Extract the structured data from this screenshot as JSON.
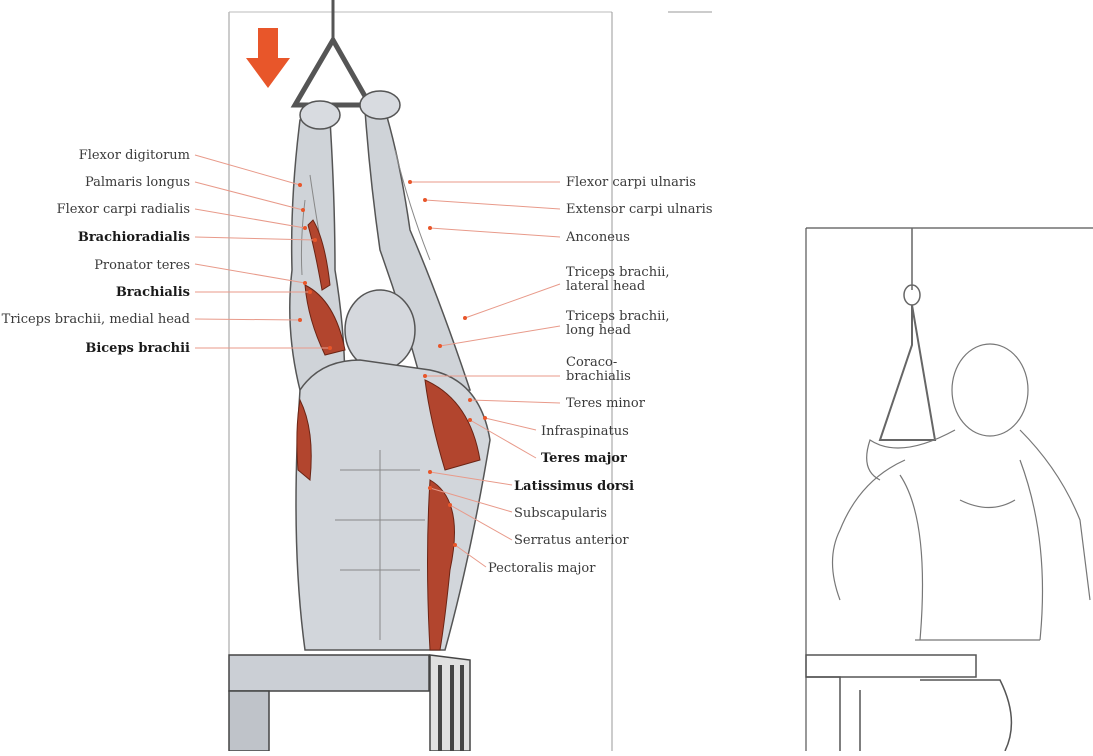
{
  "figure": {
    "accent_color": "#e8562a",
    "muscle_color": "#b2452e",
    "line_color": "#e89a8a",
    "arrow_icon": "down-arrow-icon"
  },
  "left_labels": [
    {
      "text": "Flexor digitorum",
      "bold": false
    },
    {
      "text": "Palmaris longus",
      "bold": false
    },
    {
      "text": "Flexor carpi radialis",
      "bold": false
    },
    {
      "text": "Brachioradialis",
      "bold": true
    },
    {
      "text": "Pronator teres",
      "bold": false
    },
    {
      "text": "Brachialis",
      "bold": true
    },
    {
      "text": "Triceps brachii, medial head",
      "bold": false
    },
    {
      "text": "Biceps brachii",
      "bold": true
    }
  ],
  "right_labels": [
    {
      "text": "Flexor carpi ulnaris",
      "bold": false
    },
    {
      "text": "Extensor carpi ulnaris",
      "bold": false
    },
    {
      "text": "Anconeus",
      "bold": false
    },
    {
      "text": "Triceps brachii,\nlateral head",
      "bold": false
    },
    {
      "text": "Triceps brachii,\nlong head",
      "bold": false
    },
    {
      "text": "Coraco-\nbrachialis",
      "bold": false
    },
    {
      "text": "Teres minor",
      "bold": false
    },
    {
      "text": "Infraspinatus",
      "bold": false
    },
    {
      "text": "Teres major",
      "bold": true
    },
    {
      "text": "Latissimus dorsi",
      "bold": true
    },
    {
      "text": "Subscapularis",
      "bold": false
    },
    {
      "text": "Serratus anterior",
      "bold": false
    },
    {
      "text": "Pectoralis major",
      "bold": false
    }
  ]
}
